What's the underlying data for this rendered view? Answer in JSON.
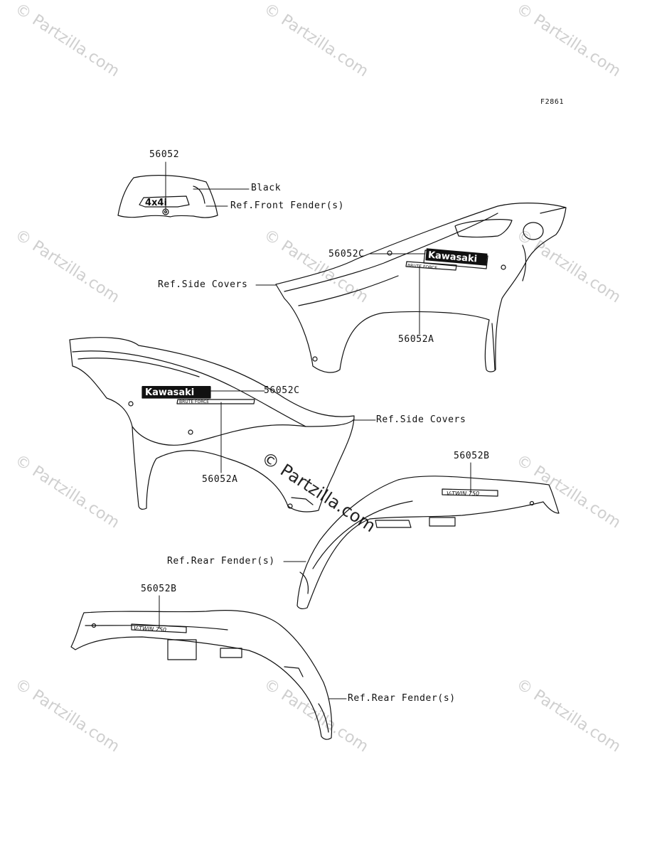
{
  "figure_code": "F2861",
  "watermark": "© Partzilla.com",
  "labels": {
    "part_56052": "56052",
    "black": "Black",
    "ref_front_fender": "Ref.Front Fender(s)",
    "part_56052c_top": "56052C",
    "ref_side_covers_top": "Ref.Side Covers",
    "part_56052a_top": "56052A",
    "part_56052c_mid": "56052C",
    "ref_side_covers_mid": "Ref.Side Covers",
    "part_56052a_mid": "56052A",
    "part_56052b_right": "56052B",
    "ref_rear_fender_right": "Ref.Rear Fender(s)",
    "part_56052b_left": "56052B",
    "ref_rear_fender_left": "Ref.Rear Fender(s)"
  },
  "decals": {
    "four_by_four": "4x4i",
    "kawasaki": "Kawasaki",
    "brute_force": "BRUTE FORCE",
    "v_twin": "V-TWIN 750"
  }
}
